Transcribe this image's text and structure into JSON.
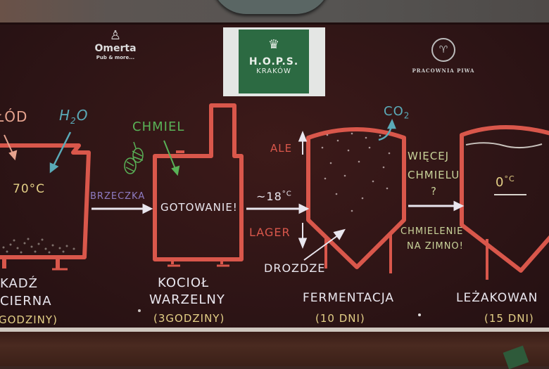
{
  "scene": {
    "type": "photo-of-chalkboard",
    "subject": "beer brewing process diagram",
    "colors": {
      "board": "#2f1516",
      "vessel_outline": "#d9574b",
      "chalk_white": "#e9e6ee",
      "chalk_yellow": "#e3cf86",
      "chalk_green": "#59b257",
      "chalk_blue": "#5aaab8",
      "chalk_purple": "#8e7bc2",
      "hops_logo_green": "#2c6a42"
    }
  },
  "logos": {
    "omerta": {
      "name": "Omerta",
      "tagline": "Pub & more..."
    },
    "hops": {
      "name": "H.O.P.S.",
      "city": "KRAKÓW"
    },
    "pracownia": {
      "name": "PRACOWNIA PIWA"
    }
  },
  "stages": [
    {
      "id": "mash",
      "vessel_name_line1": "KADŹ",
      "vessel_name_line2": "ZACIERNA",
      "visible_line1": "KADŹ",
      "visible_line2": "CIERNA",
      "duration": "GODZINY)",
      "temperature": "70°C",
      "inputs": [
        "ŁÓD",
        "H2O"
      ]
    },
    {
      "id": "boil",
      "vessel_name_line1": "KOCIOŁ",
      "vessel_name_line2": "WARZELNY",
      "duration": "(3GODZINY)",
      "label_inside": "GOTOWANIE!",
      "inputs": [
        "CHMIEL"
      ]
    },
    {
      "id": "ferment",
      "vessel_name_line1": "FERMENTACJA",
      "duration": "(10 DNI)",
      "temperature_in": "~18°C",
      "ale": "ALE",
      "lager": "LAGER",
      "yeast": "DROŻDŻE",
      "output": "CO2"
    },
    {
      "id": "lager",
      "vessel_name_line1": "LEŻAKOWANIE",
      "visible_name": "LEŻAKOWAN",
      "duration": "(15 DNI)",
      "temperature": "0°C"
    }
  ],
  "transitions": {
    "mash_to_boil": "BRZECZKA",
    "ferment_to_lager_q1": "WIĘCEJ",
    "ferment_to_lager_q2": "CHMIELU",
    "ferment_to_lager_q3": "?",
    "dry_hop_1": "CHMIELENIE",
    "dry_hop_2": "NA ZIMNO!"
  },
  "text": {
    "malt": "ŁÓD",
    "h2o_h": "H",
    "h2o_2": "2",
    "h2o_o": "O",
    "co2_co": "CO",
    "co2_2": "2",
    "mash_temp": "70°C",
    "brzeczka": "BRZECZKA",
    "chmiel": "CHMIEL",
    "gotowanie": "GOTOWANIE!",
    "ale": "ALE",
    "lager": "LAGER",
    "ferment_temp": "~18",
    "deg_c": "°C",
    "drozdze": "DROZDZE",
    "wiecej": "WIĘCEJ",
    "chmielu": "CHMIELU",
    "question": "?",
    "chmielenie": "CHMIELENIE",
    "na_zimno": "NA ZIMNO!",
    "lager_temp": "0",
    "kadz": "KADŹ",
    "cierna": "CIERNA",
    "kadz_dur": "GODZINY)",
    "kociol": "KOCIOŁ",
    "warzelny": "WARZELNY",
    "kociol_dur": "(3GODZINY)",
    "fermentacja": "FERMENTACJA",
    "ferment_dur": "(10 DNI)",
    "lezakowanie": "LEŻAKOWAN",
    "lezak_dur": "(15 DNI)"
  }
}
